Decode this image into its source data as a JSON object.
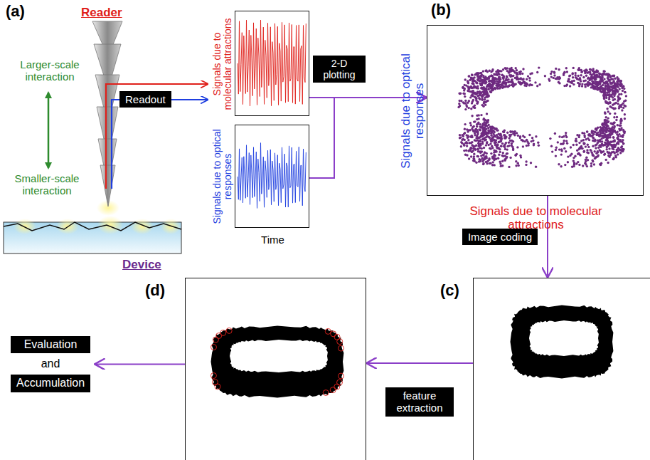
{
  "diagram": {
    "nodes": [
      {
        "text": [
          "Signals due to molecular attractions"
        ]
      },
      {
        "text": [
          "Signals due to optical responses",
          "Time"
        ]
      },
      {
        "text": [
          "(b)",
          "Signals due to optical responses",
          "Signals due to molecular attractions"
        ]
      },
      {
        "text": [
          "(c)"
        ]
      },
      {
        "text": [
          "(d)"
        ]
      },
      {
        "text": [
          "Evaluation",
          "and",
          "Accumulation"
        ]
      }
    ],
    "edges": [
      {
        "from": 0,
        "to": 2,
        "arrow": "to"
      },
      {
        "from": 1,
        "to": 2,
        "arrow": "to"
      },
      {
        "from": 2,
        "to": 3,
        "label": "Image coding",
        "arrow": "to"
      },
      {
        "from": 3,
        "to": 4,
        "label": "feature extraction",
        "arrow": "to"
      },
      {
        "from": 4,
        "to": 5,
        "arrow": "to"
      }
    ],
    "labels": [
      "(a)",
      "Reader",
      "Device",
      "Larger-scale interaction",
      "Smaller-scale interaction",
      "Readout",
      "2-D plotting"
    ]
  }
}
